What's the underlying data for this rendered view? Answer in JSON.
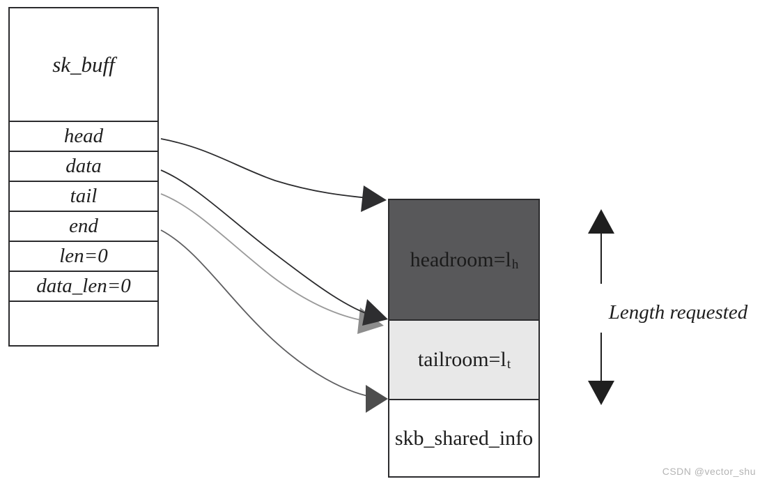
{
  "sk_buff": {
    "title": "sk_buff",
    "fields": [
      "head",
      "data",
      "tail",
      "end",
      "len=0",
      "data_len=0"
    ]
  },
  "buffer": {
    "headroom_label": "headroom=l",
    "headroom_sub": "h",
    "tailroom_label": "tailroom=l",
    "tailroom_sub": "t",
    "shared_label": "skb_shared_info"
  },
  "annotation": {
    "length_label": "Length requested"
  },
  "watermark": "CSDN @vector_shu",
  "pointers": [
    {
      "from": "head",
      "to": "buffer-start"
    },
    {
      "from": "data",
      "to": "headroom-tailroom-boundary"
    },
    {
      "from": "tail",
      "to": "headroom-tailroom-boundary"
    },
    {
      "from": "end",
      "to": "tailroom-sharedinfo-boundary"
    }
  ],
  "colors": {
    "curve_dark": "#2b2b2d",
    "curve_gray": "#9a9a9a",
    "curve_mid": "#5e5e60",
    "arrow_dark": "#2e2e30",
    "arrow_gray": "#8d8d8d",
    "arrow_mid": "#4d4d4d",
    "vert_arrow": "#1f1f1f",
    "headroom_bg": "#58585a",
    "tailroom_bg": "#e8e8e8",
    "border": "#2b2b2d",
    "watermark": "#b4b4b4"
  }
}
